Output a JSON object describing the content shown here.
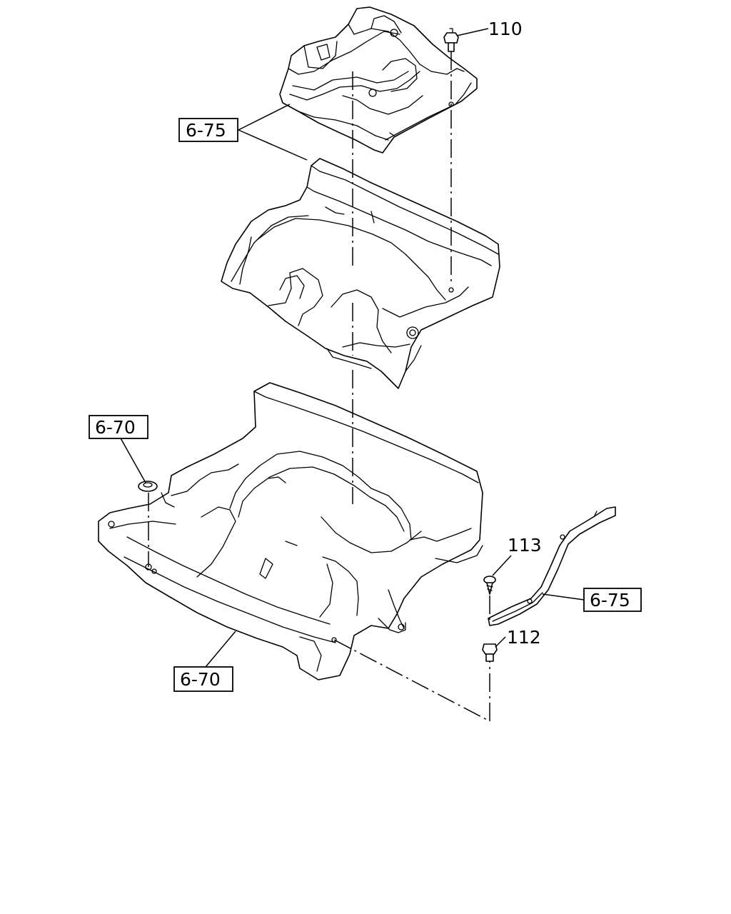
{
  "diagram": {
    "callouts": [
      {
        "id": "c110",
        "text": "110"
      },
      {
        "id": "c113",
        "text": "113"
      },
      {
        "id": "c112",
        "text": "112"
      }
    ],
    "references": [
      {
        "id": "r675_top",
        "text": "6-75"
      },
      {
        "id": "r670_left",
        "text": "6-70"
      },
      {
        "id": "r675_right",
        "text": "6-75"
      },
      {
        "id": "r670_bottom",
        "text": "6-70"
      }
    ]
  }
}
